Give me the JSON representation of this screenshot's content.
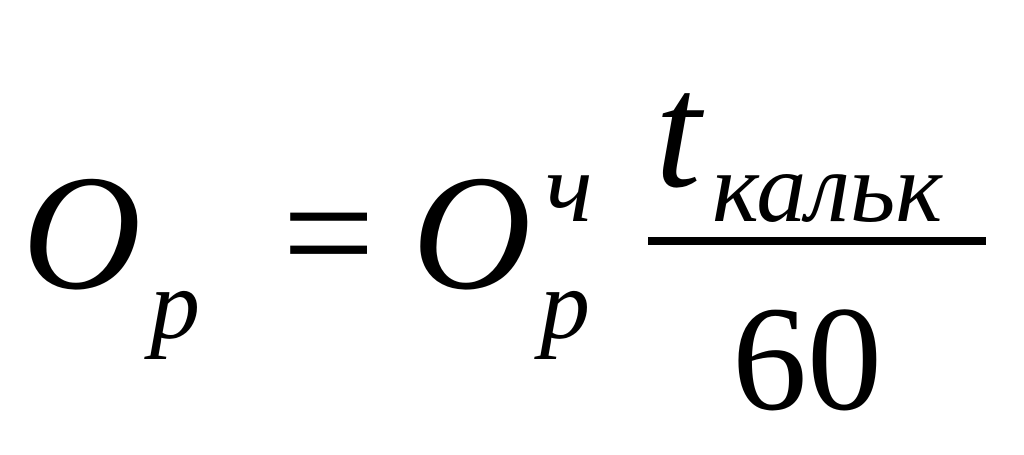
{
  "formula": {
    "lhs": {
      "symbol": "O",
      "subscript": "p"
    },
    "operator": "=",
    "rhs": {
      "symbol": "O",
      "superscript": "ч",
      "subscript": "p",
      "fraction": {
        "numerator_symbol": "t",
        "numerator_subscript": "кальк",
        "denominator": "60"
      }
    }
  }
}
